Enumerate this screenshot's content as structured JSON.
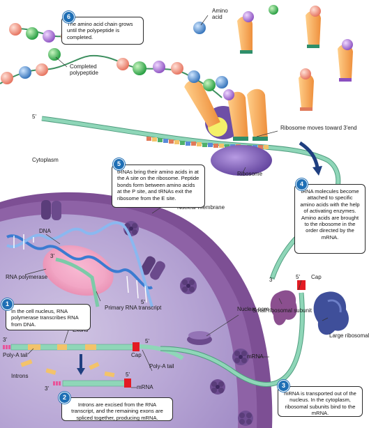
{
  "colors": {
    "cytoplasm": "#ffffff",
    "nucleus": "#6e3f86",
    "nucleus_inner": "#d6cde6",
    "mrna": "#8fd6b8",
    "cap": "#e31b23",
    "ribosome": "#7b5cb0",
    "trna": "#f6a75a",
    "badge": "#1f6fb5"
  },
  "icons": [
    "amino-acid-bead-icon",
    "trna-icon",
    "ribosome-icon",
    "dna-helix-icon",
    "nuclear-pore-icon"
  ],
  "steps": [
    {
      "number": "1",
      "text": "In the cell nucleus, RNA polymerase transcribes RNA from DNA."
    },
    {
      "number": "2",
      "text": "Introns are excised from the RNA transcript, and the remaining exons are spliced together, producing mRNA."
    },
    {
      "number": "3",
      "text": "mRNA is transported out of the nucleus. In the cytoplasm, ribosomal subunits bind to the mRNA."
    },
    {
      "number": "4",
      "text": "tRNA molecules become attached to specific amino acids with the help of activating enzymes. Amino acids are brought to the ribosome in the order directed by the mRNA."
    },
    {
      "number": "5",
      "text": "tRNAs bring their amino acids in at the A site on the ribosome. Peptide bonds form between amino acids at the P site, and tRNAs exit the ribosome from the E site."
    },
    {
      "number": "6",
      "text": "The amino acid chain grows until the polypeptide is completed."
    }
  ],
  "labels": {
    "amino_acid": "Amino acid",
    "completed_polypeptide": "Completed polypeptide",
    "five_prime": "5'",
    "three_prime": "3'",
    "ribosome_moves": "Ribosome moves toward 3'end",
    "cytoplasm": "Cytoplasm",
    "ribosome": "Ribosome",
    "nuclear_membrane": "Nuclear membrane",
    "dna": "DNA",
    "rna_polymerase": "RNA polymerase",
    "primary_rna_transcript": "Primary RNA transcript",
    "nuclear_pore": "Nuclear pore",
    "cap": "Cap",
    "small_ribosomal_subunit": "Small ribosomal subunit",
    "large_ribosomal_subunit": "Large ribosomal subunit",
    "mrna": "mRNA",
    "poly_a_tail": "Poly-A tail",
    "exons": "Exons",
    "introns": "Introns"
  }
}
